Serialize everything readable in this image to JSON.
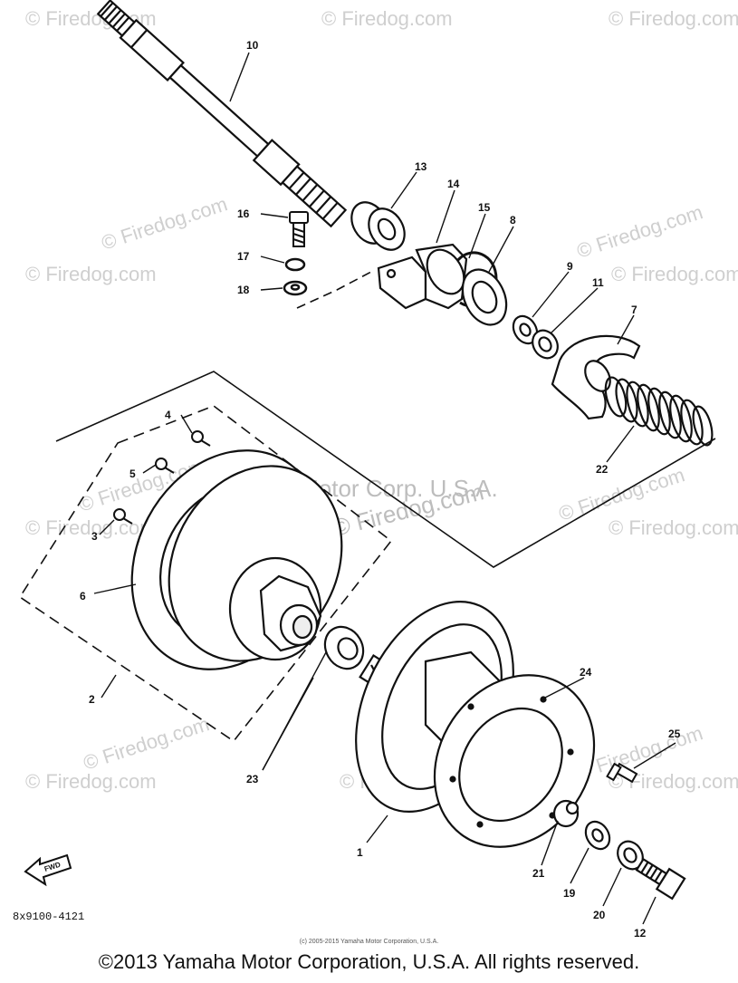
{
  "watermarks": {
    "small": "© Firedog.com",
    "center": "© Firedog.com",
    "company": "Yamaha Motor Corp. U.S.A."
  },
  "callouts": {
    "p10": "10",
    "p13": "13",
    "p14": "14",
    "p15": "15",
    "p8": "8",
    "p16": "16",
    "p17": "17",
    "p18": "18",
    "p9": "9",
    "p11": "11",
    "p7": "7",
    "p22": "22",
    "p4": "4",
    "p5": "5",
    "p3": "3",
    "p6": "6",
    "p2": "2",
    "p23": "23",
    "p24": "24",
    "p25": "25",
    "p1": "1",
    "p21": "21",
    "p19": "19",
    "p20": "20",
    "p12": "12"
  },
  "fwd_label": "FWD",
  "diagram_code": "8x9100-4121",
  "fine_print": "(c) 2005-2015 Yamaha Motor Corporation, U.S.A.",
  "copyright": "©2013 Yamaha Motor Corporation, U.S.A. All rights reserved."
}
